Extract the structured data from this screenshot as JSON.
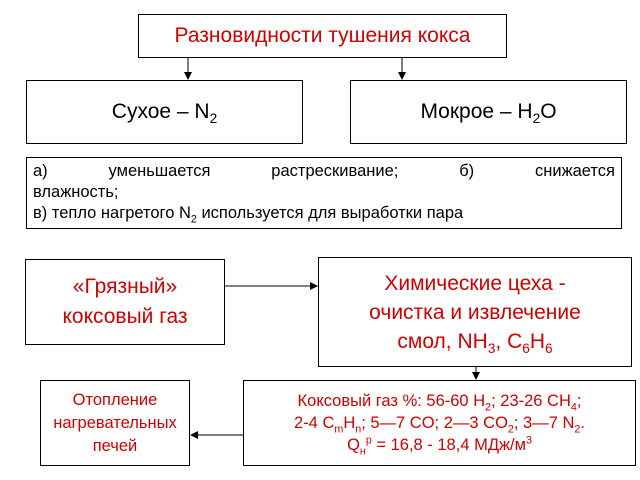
{
  "title": "Разновидности тушения кокса",
  "dry": {
    "text": "Сухое – N",
    "sub": "2"
  },
  "wet": {
    "text": "Мокрое – H",
    "sub": "2",
    "tail": "O"
  },
  "notes": {
    "line1": "а) уменьшается растрескивание; б) снижается",
    "line2": "влажность;",
    "line3_a": "в) тепло нагретого N",
    "line3_sub": "2",
    "line3_b": " используется для выработки пара"
  },
  "dirty_gas": {
    "line1": "«Грязный»",
    "line2": "коксовый газ"
  },
  "chem": {
    "line1": "Химические цеха -",
    "line2": "очистка и извлечение",
    "line3_a": "смол, NH",
    "line3_s1": "3",
    "line3_b": ", C",
    "line3_s2": "6",
    "line3_c": "H",
    "line3_s3": "6"
  },
  "heating": {
    "line1": "Отопление",
    "line2": "нагревательных",
    "line3": "печей"
  },
  "coke_gas": {
    "l1_a": "Коксовый газ %: 56-60 H",
    "l1_s1": "2",
    "l1_b": "; 23-26 CH",
    "l1_s2": "4",
    "l1_c": ";",
    "l2_a": "2-4 C",
    "l2_s1": "m",
    "l2_b": "H",
    "l2_s2": "n",
    "l2_c": "; 5—7 CO; 2—3 CO",
    "l2_s3": "2",
    "l2_d": "; 3—7 N",
    "l2_s4": "2",
    "l2_e": ".",
    "l3_a": "Q",
    "l3_sub": "н",
    "l3_sup": "р",
    "l3_b": " = 16,8 - 18,4 МДж/м",
    "l3_sup2": "3"
  },
  "colors": {
    "accent": "#d00000",
    "border": "#000000"
  }
}
